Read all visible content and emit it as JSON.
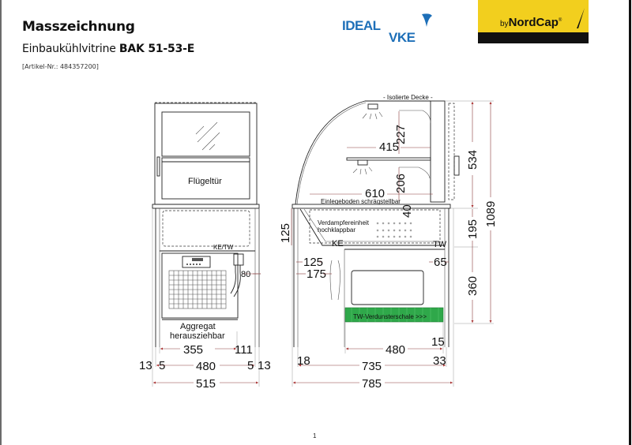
{
  "header": {
    "title": "Masszeichnung",
    "subtitle_prefix": "Einbaukühlvitrine",
    "subtitle_model": "BAK 51-53-E",
    "article_number": "[Artikel-Nr.: 484357200]"
  },
  "logos": {
    "ideale_top": "IDEAL",
    "ideale_bottom": "VKE",
    "ideale_color": "#1d6fb8",
    "nordcap_by": "by",
    "nordcap_name": "NordCap",
    "nordcap_reg": "®",
    "nordcap_color": "#f2cf1e"
  },
  "front_view": {
    "door_label": "Flügeltür",
    "connection_label": "KE/TW",
    "aggregate_label_1": "Aggregat",
    "aggregate_label_2": "herausziehbar",
    "dimensions": {
      "pipe_offset": "80",
      "inner_aggregate": "355",
      "right_gap": "111",
      "left_outer": "13",
      "left_inner": "5",
      "inner_width": "480",
      "right_inner": "5",
      "right_outer": "13",
      "total_width": "515"
    }
  },
  "side_view": {
    "top_label": "- Isolierte Decke -",
    "shelf_label": "Einlegeboden schrägstellbar",
    "evaporator_label_1": "Verdampfereinheit",
    "evaporator_label_2": "hochklappbar",
    "ke_label": "KE",
    "tw_label": "TW",
    "tray_label": "TW-Verdunsterschale >>>",
    "tray_color": "#2fa84a",
    "dimensions": {
      "shelf_width": "415",
      "upper_height": "227",
      "lower_height": "206",
      "base_width": "610",
      "shelf_depth": "40",
      "left_height": "125",
      "ke_offset": "125",
      "left_offset": "175",
      "tw_offset": "65",
      "tray_width": "480",
      "tray_gap": "15",
      "left_margin": "18",
      "inner_depth": "735",
      "right_margin": "33",
      "total_depth": "785",
      "vitrine_height": "534",
      "mid_height": "195",
      "base_height": "360",
      "total_height": "1089"
    }
  },
  "footer": {
    "page_number": "1"
  }
}
